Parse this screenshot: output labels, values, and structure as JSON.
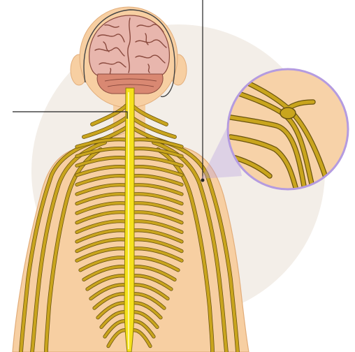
{
  "diagram": {
    "labels": [],
    "colors": {
      "background": "#ffffff",
      "watermark_disc": "#f3eee8",
      "skin": "#f7cfa2",
      "skin_outline": "#e2ad7a",
      "cerebrum": "#e8b6ad",
      "cerebrum_folds": "#8a4a3e",
      "cerebellum": "#d98872",
      "skull_outline": "#444444",
      "spinal_cord": "#f5e11c",
      "spinal_cord_outline": "#8d7a0a",
      "nerve": "#c9a51d",
      "nerve_outline": "#6b5410",
      "leader_line": "#222222",
      "magnifier_ring": "#b49be0",
      "magnifier_fill": "#f7d2a8"
    },
    "parts": [
      "brain",
      "spinal-cord",
      "peripheral-nerves",
      "magnified-nerve-inset"
    ]
  }
}
